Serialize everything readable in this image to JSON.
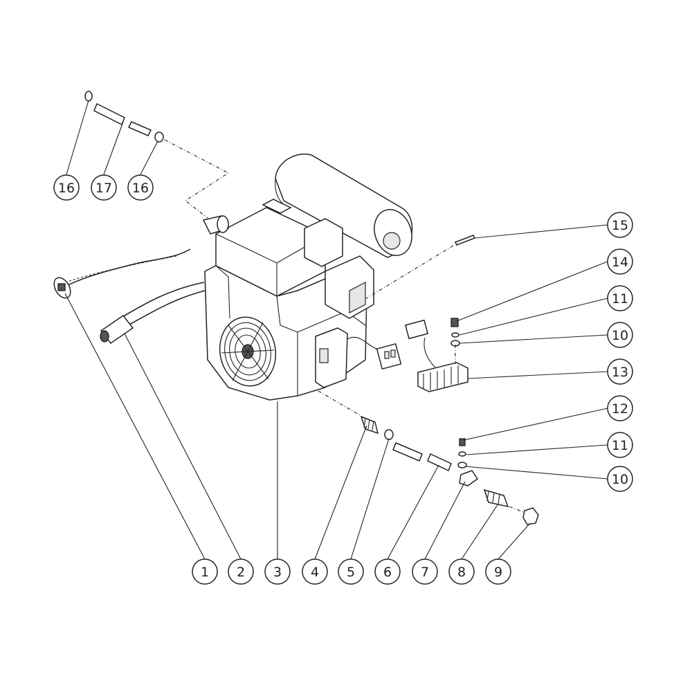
{
  "callouts": [
    {
      "id": "c1",
      "label": "1"
    },
    {
      "id": "c2",
      "label": "2"
    },
    {
      "id": "c3",
      "label": "3"
    },
    {
      "id": "c4",
      "label": "4"
    },
    {
      "id": "c5",
      "label": "5"
    },
    {
      "id": "c6",
      "label": "6"
    },
    {
      "id": "c7",
      "label": "7"
    },
    {
      "id": "c8",
      "label": "8"
    },
    {
      "id": "c9",
      "label": "9"
    },
    {
      "id": "c10a",
      "label": "10"
    },
    {
      "id": "c10b",
      "label": "10"
    },
    {
      "id": "c11a",
      "label": "11"
    },
    {
      "id": "c11b",
      "label": "11"
    },
    {
      "id": "c12",
      "label": "12"
    },
    {
      "id": "c13",
      "label": "13"
    },
    {
      "id": "c14",
      "label": "14"
    },
    {
      "id": "c15",
      "label": "15"
    },
    {
      "id": "c16a",
      "label": "16"
    },
    {
      "id": "c16b",
      "label": "16"
    },
    {
      "id": "c17",
      "label": "17"
    }
  ]
}
